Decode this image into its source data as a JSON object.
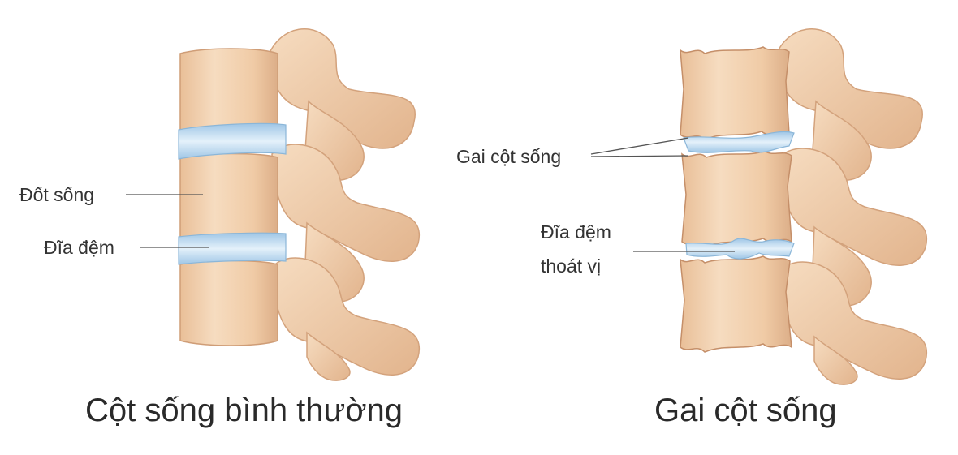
{
  "colors": {
    "bone": "#f3d3b3",
    "bone_shade": "#d9a982",
    "bone_dark": "#c58f69",
    "disc": "#b9d8ee",
    "disc_light": "#e4f1fa",
    "label_text": "#333333",
    "leader_line": "#555555"
  },
  "normal_spine": {
    "caption": "Cột sống bình thường",
    "labels": {
      "vertebra": "Đốt sống",
      "disc": "Đĩa đệm"
    }
  },
  "spur_spine": {
    "caption": "Gai cột sống",
    "labels": {
      "bone_spur": "Gai cột sống",
      "herniated_disc_line1": "Đĩa đệm",
      "herniated_disc_line2": "thoát vị"
    }
  }
}
